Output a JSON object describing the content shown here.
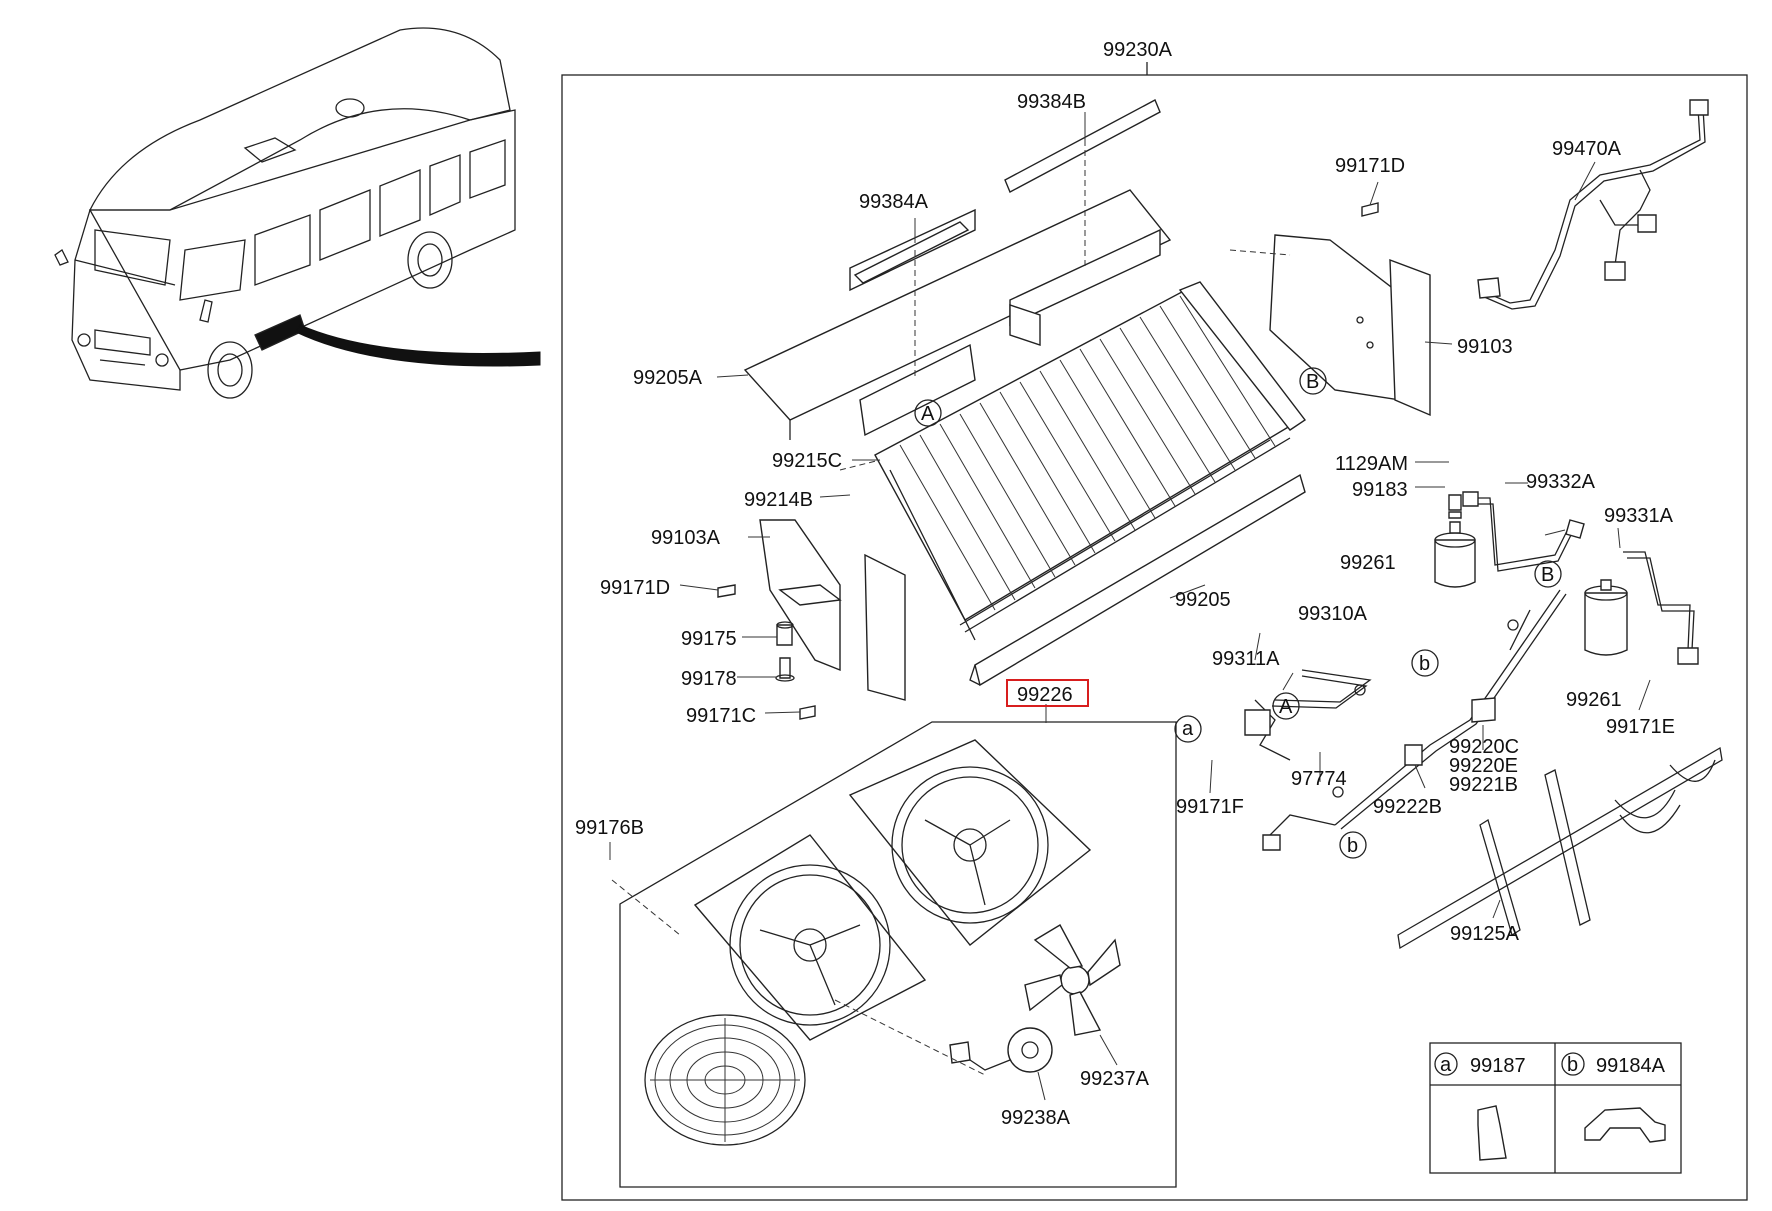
{
  "labels": {
    "assembly": "99230A",
    "p99384B": "99384B",
    "p99384A": "99384A",
    "p99171D_top": "99171D",
    "p99470A": "99470A",
    "p99205A": "99205A",
    "p99103": "99103",
    "p99215C": "99215C",
    "p99214B": "99214B",
    "p99103A": "99103A",
    "p99171D_left": "99171D",
    "p99175": "99175",
    "p99178": "99178",
    "p99171C": "99171C",
    "p99205": "99205",
    "p1129AM": "1129AM",
    "p99183": "99183",
    "p99332A": "99332A",
    "p99331A": "99331A",
    "p99261_left": "99261",
    "p99261_right": "99261",
    "p99310A": "99310A",
    "p99311A": "99311A",
    "p99226": "99226",
    "p99171F": "99171F",
    "p97774": "97774",
    "p99222B": "99222B",
    "p99220C": "99220C",
    "p99220E": "99220E",
    "p99221B": "99221B",
    "p99171E": "99171E",
    "p99176B": "99176B",
    "p99125A": "99125A",
    "p99237A": "99237A",
    "p99238A": "99238A"
  },
  "callouts": {
    "A": "A",
    "B": "B",
    "a": "a",
    "b": "b"
  },
  "legend": {
    "a_letter": "a",
    "a_part": "99187",
    "b_letter": "b",
    "b_part": "99184A"
  },
  "highlight": {
    "part": "99226",
    "color": "#d81e1e"
  }
}
